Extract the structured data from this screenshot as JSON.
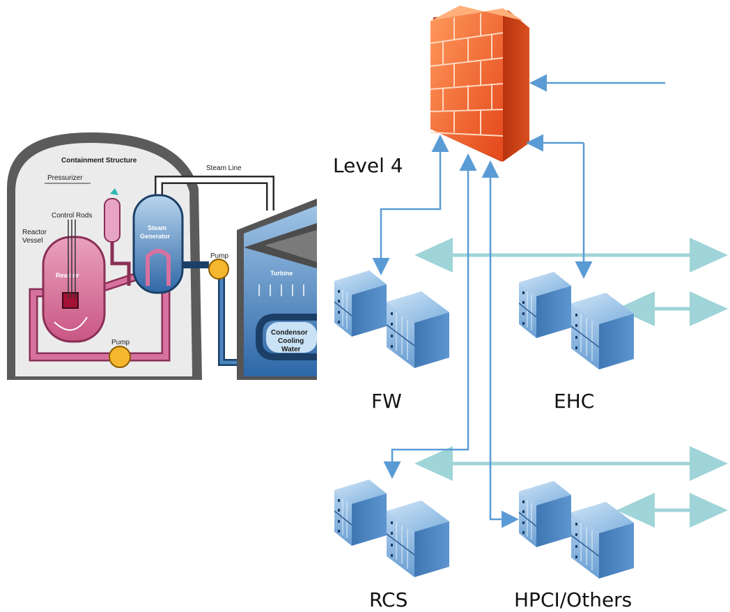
{
  "plant": {
    "containment": "Containment Structure",
    "pressurizer": "Pressurizer",
    "control_rods": "Control Rods",
    "reactor_vessel_1": "Reactor",
    "reactor_vessel_2": "Vessel",
    "reactor": "Reactor",
    "steam_generator_1": "Steam",
    "steam_generator_2": "Generator",
    "steam_line": "Steam Line",
    "pump_top": "Pump",
    "pump_bottom": "Pump",
    "turbine": "Turbine",
    "condensor_1": "Condensor",
    "condensor_2": "Cooling",
    "condensor_3": "Water"
  },
  "network": {
    "level": "Level 4",
    "nodes": [
      "FW",
      "EHC",
      "RCS",
      "HPCI/Others"
    ]
  },
  "colors": {
    "firewall": "#f0622b",
    "link": "#5b9bd5",
    "bus": "#a8dadd",
    "server": "#4a86c0",
    "reactor": "#d46b92",
    "steam": "#2a5a8a"
  }
}
